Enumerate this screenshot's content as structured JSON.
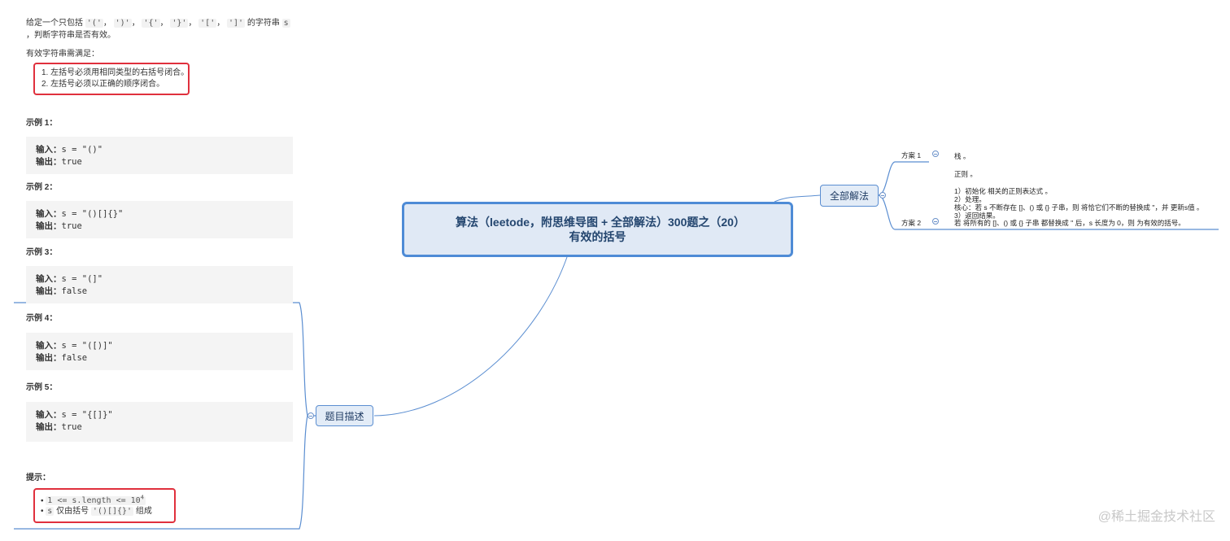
{
  "problem": {
    "intro_prefix": "给定一个只包括",
    "chars": [
      "'('",
      "')'",
      "'{'",
      "'}'",
      "'['",
      "']'"
    ],
    "intro_suffix": "的字符串",
    "var_s": "s",
    "intro_line2": "，判断字符串是否有效。",
    "valid_title": "有效字符串需满足：",
    "rules": [
      "1. 左括号必须用相同类型的右括号闭合。",
      "2. 左括号必须以正确的顺序闭合。"
    ],
    "examples": [
      {
        "title": "示例 1：",
        "input_label": "输入：",
        "input": "s = \"()\"",
        "output_label": "输出：",
        "output": "true"
      },
      {
        "title": "示例 2：",
        "input_label": "输入：",
        "input": "s = \"()[]{}\"",
        "output_label": "输出：",
        "output": "true"
      },
      {
        "title": "示例 3：",
        "input_label": "输入：",
        "input": "s = \"(]\"",
        "output_label": "输出：",
        "output": "false"
      },
      {
        "title": "示例 4：",
        "input_label": "输入：",
        "input": "s = \"([)]\"",
        "output_label": "输出：",
        "output": "false"
      },
      {
        "title": "示例 5：",
        "input_label": "输入：",
        "input": "s = \"{[]}\"",
        "output_label": "输出：",
        "output": "true"
      }
    ],
    "hint_title": "提示：",
    "hint1_code": "1 <= s.length <= 10",
    "hint1_sup": "4",
    "hint2_var": "s",
    "hint2_text": "仅由括号",
    "hint2_code": "'()[]{}'",
    "hint2_suffix": "组成"
  },
  "mindmap": {
    "root_title": "算法（leetode，附思维导图 + 全部解法）300题之（20）有效的括号",
    "desc_node": "题目描述",
    "all_node": "全部解法",
    "solution1_label": "方案 1",
    "solution1_text": "栈 。",
    "solution2_label": "方案 2",
    "solution2_lines": [
      "正则 。",
      "",
      "1）初始化 相关的正则表达式 。",
      "2）处理。",
      "核心：若 s 不断存在 []、() 或 {} 子串，则 将恰它们不断的替换成 ''，并 更新s值 。",
      "3）返回结果。",
      "若 将所有的 []、() 或 {} 子串 都替换成 '' 后，s 长度为 0，则 为有效的括号。"
    ]
  },
  "watermark": "@稀土掘金技术社区",
  "colors": {
    "branch": "#5b8ed1",
    "node_fill": "#e3ecf7",
    "highlight_border": "#e0303d"
  }
}
